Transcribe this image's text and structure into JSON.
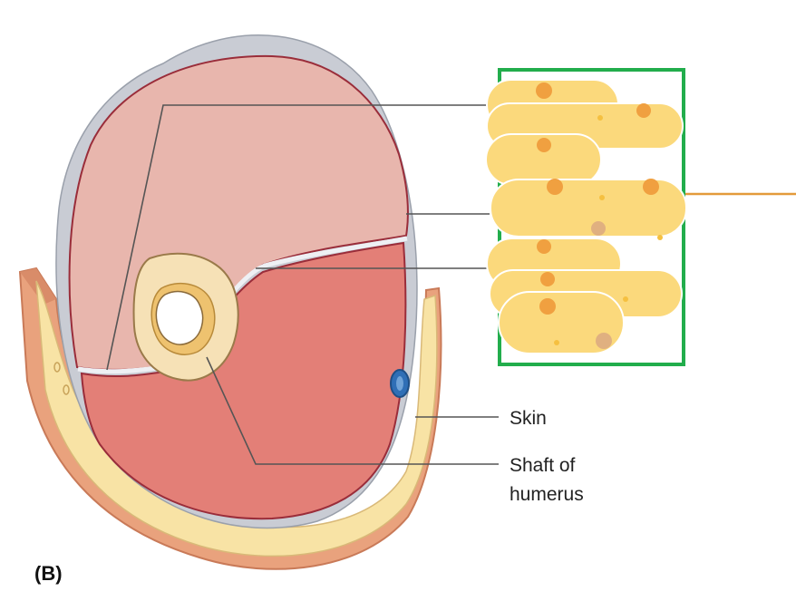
{
  "labels": {
    "skin": "Skin",
    "shaft_line1": "Shaft of",
    "shaft_line2": "humerus",
    "panel": "(B)"
  },
  "colors": {
    "fascia": "#c9ccd4",
    "muscle_anterior": "#e8b6ad",
    "muscle_posterior": "#e37f77",
    "bone_cortex": "#f6e1b6",
    "marrow_ring": "#eec26f",
    "skin": "#e9a27d",
    "subcutaneous_fat": "#f8e3a5",
    "vessel": "#2f6fb6",
    "leader_line": "#555555",
    "highlight_box": "#22ad4c",
    "pointer_line": "#e39a3a",
    "sticker": "#fbd97c"
  },
  "occluder": {
    "type": "decorative-sticker-overlay",
    "covers_labels": 3
  }
}
